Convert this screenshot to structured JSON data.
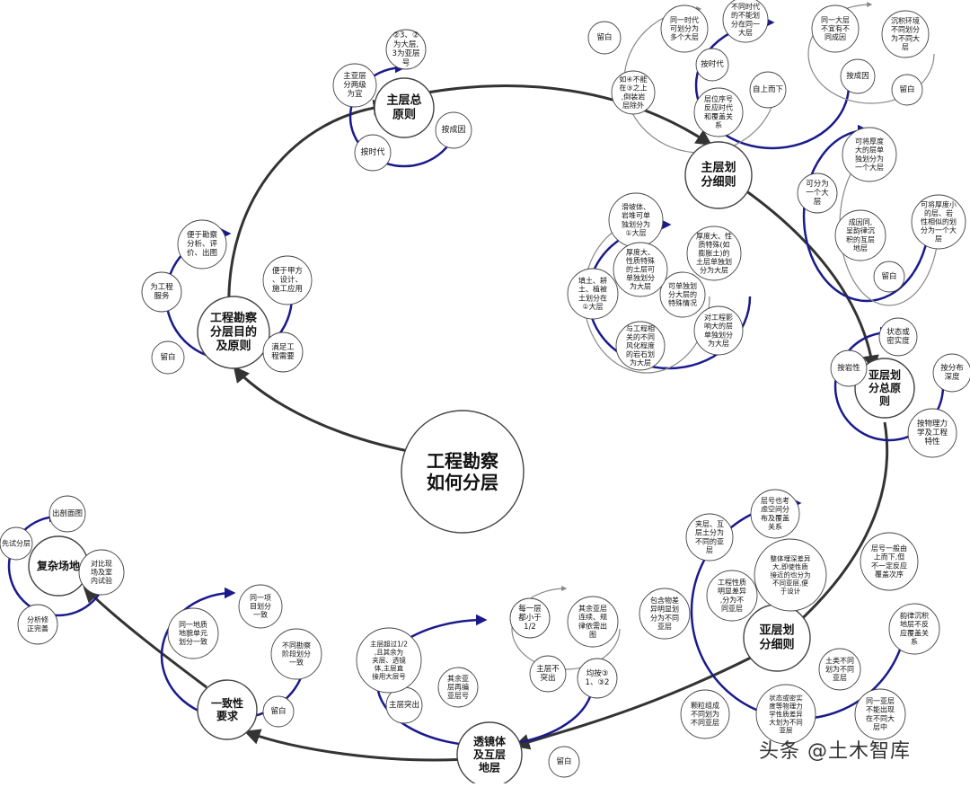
{
  "center": "工程勘察\n如何分层",
  "hubs": [
    {
      "id": "main",
      "label": "主层划\n分细则"
    },
    {
      "id": "sub",
      "label": "亚层划\n分细则"
    },
    {
      "id": "subprin",
      "label": "亚层划\n分总原\n则"
    },
    {
      "id": "lens",
      "label": "透镜体\n及互层\n地层"
    },
    {
      "id": "cons",
      "label": "一致性\n要求"
    },
    {
      "id": "complex",
      "label": "复杂场地"
    },
    {
      "id": "purpose",
      "label": "工程勘察\n分层目的\n及原则"
    },
    {
      "id": "mainprin",
      "label": "主层总\n原则"
    }
  ],
  "leaves": {
    "mainprin": [
      "主亚层\n分两级\n为宜",
      "②3、②\n为大层,\n3为亚层\n号",
      "按成因",
      "按时代"
    ],
    "purpose": [
      "便于勘察\n分析、评\n价、出图",
      "便于甲方\n、设计、\n施工应用",
      "满足工\n程需要",
      "留白",
      "为工程\n服务"
    ],
    "main_left": [
      "留白",
      "如④不能\n在③之上\n,倒装岩\n层除外"
    ],
    "main_era": [
      "按时代",
      "同一时代\n可划分为\n多个大层",
      "不同时代\n的不能划\n分在同一\n大层",
      "自上而下",
      "层位序号\n反应时代\n和覆盖关\n系"
    ],
    "main_gen": [
      "按成因",
      "同一大层\n不宜有不\n同成因",
      "沉积环境\n不同划分\n为不同大\n层",
      "留白"
    ],
    "main_right": [
      "可将厚度\n大的层单\n独划分为\n一个大层",
      "可分为\n一个大\n层",
      "可将厚度小\n的层、岩\n性相似的划\n分为一个大\n层",
      "成因同,\n呈韵律沉\n积的互层\n地层",
      "留白"
    ],
    "main_special": [
      "可单独划\n分大层的\n特殊情况",
      "滑坡体、\n岩堆可单\n独划分为\n①大层",
      "厚度大、性\n质特殊(如\n膨胀土)的\n土层单独划\n分为大层",
      "厚度大、\n性质特殊\n的土层可\n单独划分\n为大层",
      "填土、耕\n土、植被\n土划分在\n①大层",
      "对工程影\n响大的层\n单独划分\n为大层",
      "与工程相\n关的不同\n风化程度\n的岩石划\n为大层"
    ],
    "subprin": [
      "按岩性",
      "状态或\n密实度",
      "按分布\n深度",
      "按物理力\n学及工程\n特性"
    ],
    "sub": [
      "层号也考\n虑空间分\n布及覆盖\n关系",
      "夹层、互\n层土分为\n不同的亚\n层",
      "层号一般由\n上而下,但\n不一定反应\n覆盖次序",
      "整体埋深差异\n大,即使性质\n接近的也分为\n不同亚层,便\n于设计",
      "工程性质\n明显差异\n,分为不\n同亚层",
      "包含物差\n异明显划\n分为不同\n亚层",
      "土类不同\n划为不同\n亚层",
      "韵律沉积\n地层不反\n应覆盖关\n系",
      "状态或密实\n度等物理力\n学性质差异\n大划为不同\n亚层",
      "颗粒组成\n不同划为\n不同亚层",
      "同一亚层\n不能出现\n在不同大\n层中"
    ],
    "lens": [
      "主层突出",
      "主层超过1/2\n,且其余为\n夹层、透镜\n体,主层直\n接用大层号",
      "其余亚\n层再编\n亚层号",
      "主层不\n突出",
      "每一层\n都小于\n1/2",
      "其余亚层\n连续、规\n律依需出\n图",
      "均按③\n1、③2",
      "留白"
    ],
    "cons": [
      "同一地质\n地貌单元\n划分一致",
      "同一项\n目划分\n一致",
      "不同勘察\n阶段划分\n一致",
      "留白"
    ],
    "complex": [
      "先试分层",
      "出剖面图",
      "对比现\n场及室\n内试验",
      "分析修\n正完善"
    ]
  },
  "watermark": "头条 @土木智库"
}
